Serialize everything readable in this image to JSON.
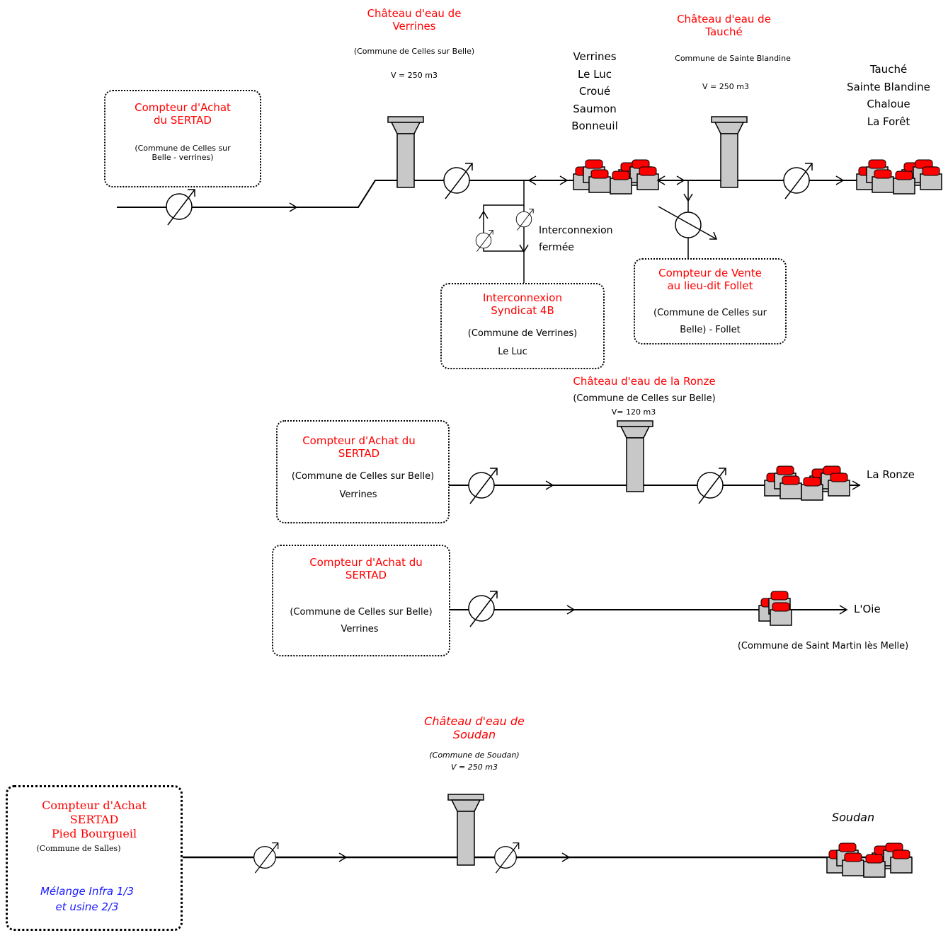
{
  "section1": {
    "tower_verrines": {
      "title": "Château d'eau de\nVerrines",
      "commune": "(Commune de Celles sur Belle)",
      "volume": "V = 250 m3"
    },
    "tower_tauche": {
      "title": "Château d'eau de\nTauché",
      "commune": "Commune de Sainte Blandine",
      "volume": "V = 250 m3"
    },
    "villages_verrines": [
      "Verrines",
      "Le Luc",
      "Croué",
      "Saumon",
      "Bonneuil"
    ],
    "villages_tauche": [
      "Tauché",
      "Sainte Blandine",
      "Chaloue",
      "La Forêt"
    ],
    "achat_box": {
      "title": "Compteur d'Achat\ndu SERTAD",
      "commune": "(Commune de Celles sur\nBelle - verrines)"
    },
    "interconnexion_label": "Interconnexion\nfermée",
    "syndicat_box": {
      "title": "Interconnexion\nSyndicat 4B",
      "commune": "(Commune de Verrines)",
      "place": "Le Luc"
    },
    "vente_box": {
      "title": "Compteur de Vente\nau lieu-dit Follet",
      "commune": "(Commune de Celles sur\nBelle) - Follet"
    }
  },
  "section2": {
    "tower_ronze": {
      "title": "Château d'eau de la Ronze",
      "commune": "(Commune de Celles sur Belle)",
      "volume": "V= 120 m3"
    },
    "achat_box": {
      "title": "Compteur d'Achat du\nSERTAD",
      "commune": "(Commune de Celles sur Belle)",
      "place": "Verrines"
    },
    "destination": "La Ronze"
  },
  "section3": {
    "achat_box": {
      "title": "Compteur d'Achat du\nSERTAD",
      "commune": "(Commune de Celles sur Belle)",
      "place": "Verrines"
    },
    "destination": "L'Oie",
    "commune_note": "(Commune de Saint Martin lès Melle)"
  },
  "section4": {
    "tower_soudan": {
      "title": "Château d'eau de\nSoudan",
      "commune": "(Commune de Soudan)",
      "volume": "V = 250 m3"
    },
    "achat_box": {
      "title": "Compteur d'Achat\nSERTAD\nPied Bourgueil",
      "commune": "(Commune de Salles)",
      "mix": "Mélange Infra 1/3\net usine 2/3"
    },
    "destination": "Soudan"
  },
  "colors": {
    "title_red": "#ff0000",
    "mix_blue": "#1a1aff",
    "roof_red": "#ff0000",
    "tower_gray": "#c8c8c8",
    "house_gray": "#c8c8c8"
  }
}
